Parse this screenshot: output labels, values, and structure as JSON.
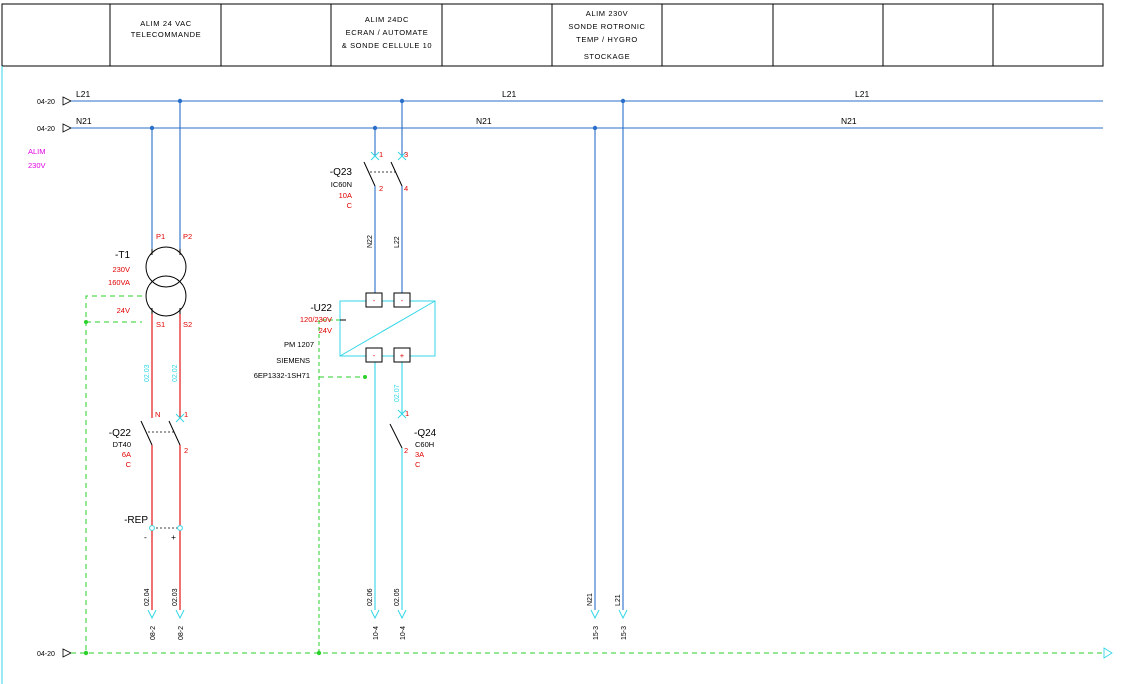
{
  "header": {
    "cells": [
      [],
      [
        "ALIM  24 VAC",
        "TELECOMMANDE"
      ],
      [],
      [
        "ALIM 24DC",
        "ECRAN / AUTOMATE",
        "& SONDE CELLULE 10"
      ],
      [],
      [
        "ALIM 230V",
        "SONDE ROTRONIC",
        "TEMP / HYGRO",
        "STOCKAGE"
      ],
      [],
      [],
      [],
      []
    ]
  },
  "ports": {
    "l21": "04-20",
    "n21": "04-20",
    "pe": "04-20"
  },
  "rails": {
    "l21_labels": [
      "L21",
      "L21",
      "L21"
    ],
    "n21_labels": [
      "N21",
      "N21",
      "N21"
    ]
  },
  "supply": {
    "line1": "ALIM",
    "line2": "230V"
  },
  "t1": {
    "tag": "-T1",
    "primary_voltage": "230V",
    "power": "160VA",
    "secondary_voltage": "24V",
    "p1": "P1",
    "p2": "P2",
    "s1": "S1",
    "s2": "S2",
    "wire_left": "02.03",
    "wire_right": "02.02"
  },
  "q22": {
    "tag": "-Q22",
    "model": "DT40",
    "rating": "6A",
    "curve": "C",
    "pin_n": "N",
    "pin_1": "1",
    "pin_2": "2"
  },
  "rep": {
    "tag": "-REP",
    "minus": "-",
    "plus": "+"
  },
  "out_left": {
    "wire1": "02.04",
    "wire2": "02.03",
    "ref1": "08-2",
    "ref2": "08-2"
  },
  "q23": {
    "tag": "-Q23",
    "model": "IC60N",
    "rating": "10A",
    "curve": "C",
    "p1": "1",
    "p3": "3",
    "p2": "2",
    "p4": "4",
    "wire_n": "N22",
    "wire_l": "L22"
  },
  "u22": {
    "tag": "-U22",
    "voltage_in": "120/230V",
    "voltage_out": "24V",
    "model": "PM 1207",
    "brand": "SIEMENS",
    "part": "6EP1332-1SH71",
    "term_in1": "-",
    "term_in2": "-",
    "term_out1": "-",
    "term_out2": "+",
    "wire_out": "02.07"
  },
  "q24": {
    "tag": "-Q24",
    "model": "C60H",
    "rating": "3A",
    "curve": "C",
    "pin_1": "1",
    "pin_2": "2"
  },
  "out_mid": {
    "wire1": "02.06",
    "wire2": "02.05",
    "ref1": "10-4",
    "ref2": "10-4"
  },
  "out_right": {
    "wire1": "N21",
    "wire2": "L21",
    "ref1": "15-3",
    "ref2": "15-3"
  },
  "colors": {
    "power": "#2a6fc9",
    "dc": "#33d6e6",
    "red": "#e00000",
    "earth": "#2ad12a",
    "magenta": "#e000e0"
  }
}
